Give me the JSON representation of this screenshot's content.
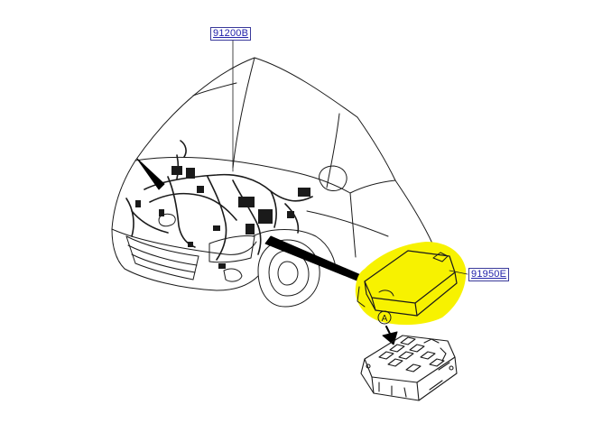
{
  "callouts": {
    "harness_part_number": "91200B",
    "junction_box_part_number": "91950E"
  },
  "detail_marker": "A",
  "colors": {
    "line": "#1a1a1a",
    "highlight": "#f7f200",
    "callout_text": "#2222aa"
  },
  "icons": [
    "detail-marker-circle-icon",
    "down-arrow-icon"
  ]
}
